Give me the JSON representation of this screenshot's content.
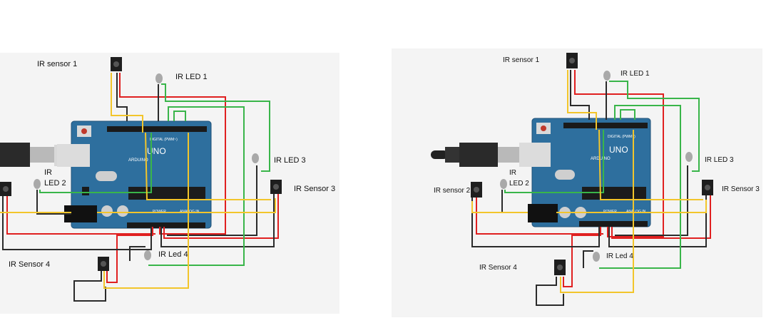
{
  "left": {
    "board": {
      "logo": "UNO",
      "brand": "ARDUINO",
      "digital": "DIGITAL (PWM~)",
      "power": "POWER",
      "analog": "ANALOG IN"
    },
    "labels": {
      "ir_sensor_1": "IR sensor 1",
      "ir_led_1": "IR LED 1",
      "ir_led_3": "IR LED 3",
      "ir_sensor_3": "IR Sensor 3",
      "ir_led_2_line1": "IR",
      "ir_led_2_line2": "LED 2",
      "ir_sensor_4": "IR Sensor 4",
      "ir_led_4": "IR Led 4"
    }
  },
  "right": {
    "board": {
      "logo": "UNO",
      "brand": "ARDUINO",
      "digital": "DIGITAL (PWM~)",
      "power": "POWER",
      "analog": "ANALOG IN"
    },
    "labels": {
      "ir_sensor_1": "IR sensor 1",
      "ir_led_1": "IR LED 1",
      "ir_led_3": "IR LED 3",
      "ir_sensor_3": "IR Sensor 3",
      "ir_sensor_2": "IR sensor 2",
      "ir_led_2_line1": "IR",
      "ir_led_2_line2": "LED 2",
      "ir_sensor_4": "IR Sensor 4",
      "ir_led_4": "IR Led 4"
    }
  },
  "colors": {
    "red": "#e02020",
    "black": "#2b2b2b",
    "green": "#39b54a",
    "yellow": "#f2c52b",
    "board": "#2e6f9e"
  }
}
